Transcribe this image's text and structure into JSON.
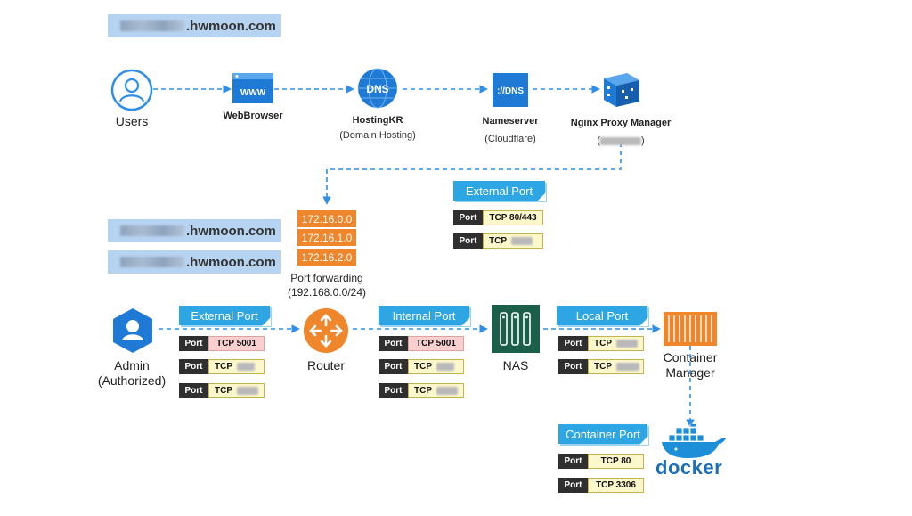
{
  "domains": {
    "top": {
      "suffix": ".hwmoon.com"
    },
    "mid1": {
      "suffix": ".hwmoon.com"
    },
    "mid2": {
      "suffix": ".hwmoon.com"
    }
  },
  "nodes": {
    "users": {
      "label": "Users"
    },
    "webbrowser": {
      "label": "WebBrowser",
      "icon_text": "WWW"
    },
    "hostingkr": {
      "label": "HostingKR",
      "sub": "(Domain Hosting)",
      "icon_text": "DNS"
    },
    "nameserver": {
      "label": "Nameserver",
      "sub": "(Cloudflare)",
      "icon_text": "://DNS"
    },
    "nginx": {
      "label": "Nginx Proxy Manager",
      "sub_open": "(",
      "sub_close": ")"
    },
    "admin": {
      "label": "Admin",
      "sub": "(Authorized)"
    },
    "router": {
      "label": "Router"
    },
    "nas": {
      "label": "NAS"
    },
    "container_manager": {
      "label": "Container",
      "label2": "Manager"
    },
    "docker": {
      "label": "docker"
    }
  },
  "subnets": [
    "172.16.0.0",
    "172.16.1.0",
    "172.16.2.0"
  ],
  "port_forwarding": {
    "label": "Port forwarding",
    "sub": "(192.168.0.0/24)"
  },
  "panels": {
    "external_top": {
      "title": "External Port",
      "rows": [
        {
          "key": "Port",
          "value": "TCP 80/443"
        },
        {
          "key": "Port",
          "value": "TCP"
        }
      ]
    },
    "external": {
      "title": "External Port",
      "rows": [
        {
          "key": "Port",
          "value": "TCP 5001"
        },
        {
          "key": "Port",
          "value": "TCP"
        },
        {
          "key": "Port",
          "value": "TCP"
        }
      ]
    },
    "internal": {
      "title": "Internal Port",
      "rows": [
        {
          "key": "Port",
          "value": "TCP 5001"
        },
        {
          "key": "Port",
          "value": "TCP"
        },
        {
          "key": "Port",
          "value": "TCP"
        }
      ]
    },
    "local": {
      "title": "Local Port",
      "rows": [
        {
          "key": "Port",
          "value": "TCP"
        },
        {
          "key": "Port",
          "value": "TCP"
        }
      ]
    },
    "container": {
      "title": "Container Port",
      "rows": [
        {
          "key": "Port",
          "value": "TCP 80"
        },
        {
          "key": "Port",
          "value": "TCP 3306"
        }
      ]
    }
  },
  "colors": {
    "accent": "#2ea6e3",
    "arrow": "#2f8fe6",
    "orange": "#f0862b",
    "dns_blue": "#1f7ad6",
    "nas_green": "#1b5e4a",
    "docker_blue": "#1d8fd8"
  }
}
